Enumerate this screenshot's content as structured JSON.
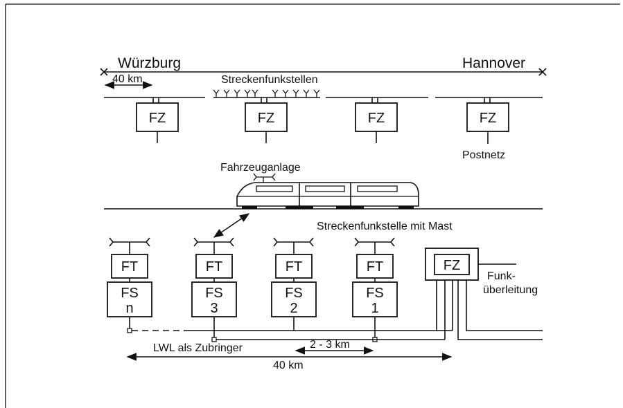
{
  "diagram": {
    "cities": {
      "left": "Würzburg",
      "right": "Hannover"
    },
    "distance_top": "40 km",
    "streckenfunkstellen_label": "Streckenfunkstellen",
    "fz_label": "FZ",
    "postnetz_label": "Postnetz",
    "fahrzeuganlage_label": "Fahrzeuganlage",
    "mast_label": "Streckenfunkstelle mit Mast",
    "ft_label": "FT",
    "fs_units": [
      {
        "top": "FS",
        "bottom": "n"
      },
      {
        "top": "FS",
        "bottom": "3"
      },
      {
        "top": "FS",
        "bottom": "2"
      },
      {
        "top": "FS",
        "bottom": "1"
      }
    ],
    "funk_label_1": "Funk-",
    "funk_label_2": "überleitung",
    "lwl_label": "LWL als Zubringer",
    "spacing_label": "2 - 3 km",
    "distance_bottom": "40 km"
  }
}
